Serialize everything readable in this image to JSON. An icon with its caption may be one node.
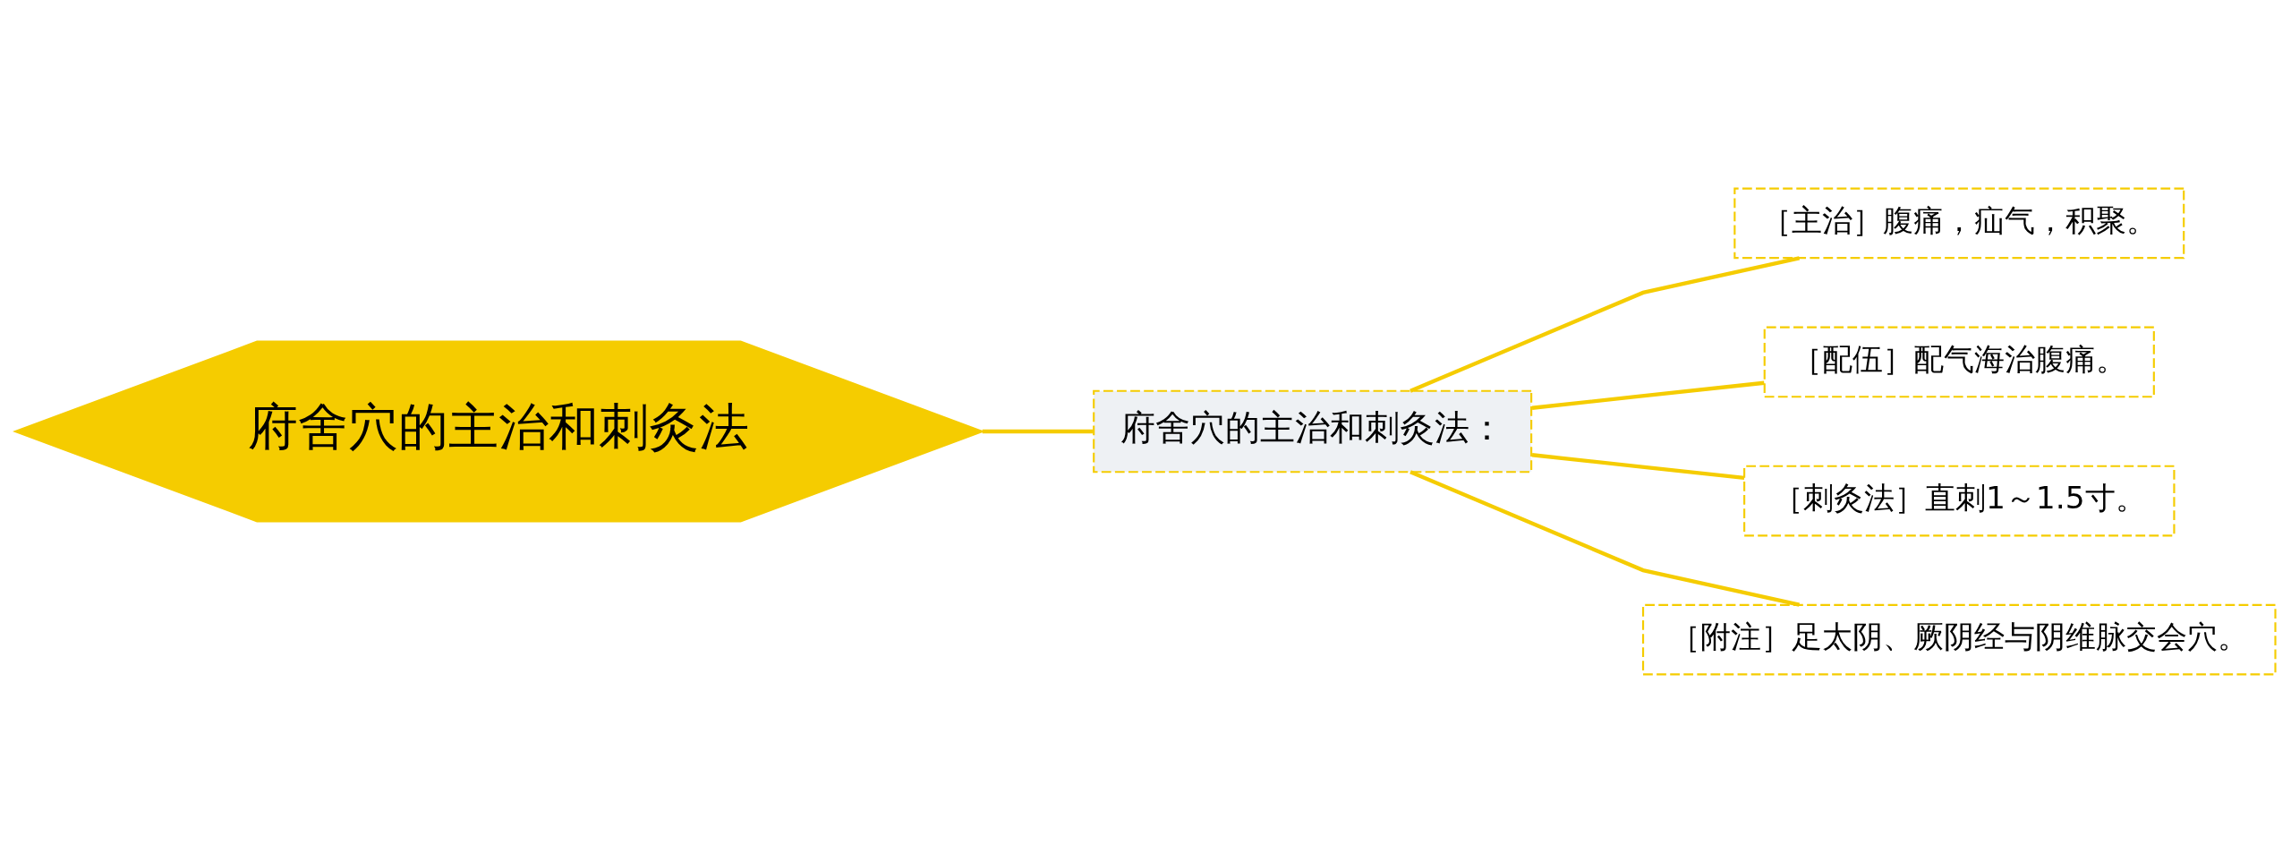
{
  "diagram": {
    "nodes": [
      {
        "text": [
          "府舍穴的主治和刺灸法"
        ]
      },
      {
        "text": [
          "府舍穴的主治和刺灸法："
        ]
      },
      {
        "text": [
          "［主治］腹痛，疝气，积聚。"
        ]
      },
      {
        "text": [
          "［配伍］配气海治腹痛。"
        ]
      },
      {
        "text": [
          "［刺灸法］直刺1～1.5寸。"
        ]
      },
      {
        "text": [
          "［附注］足太阴、厥阴经与阴维脉交会穴。"
        ]
      }
    ],
    "edges": [
      {
        "from": 0,
        "to": 1,
        "arrow": "none"
      },
      {
        "from": 1,
        "to": 2,
        "arrow": "none"
      },
      {
        "from": 1,
        "to": 3,
        "arrow": "none"
      },
      {
        "from": 1,
        "to": 4,
        "arrow": "none"
      },
      {
        "from": 1,
        "to": 5,
        "arrow": "none"
      }
    ]
  }
}
